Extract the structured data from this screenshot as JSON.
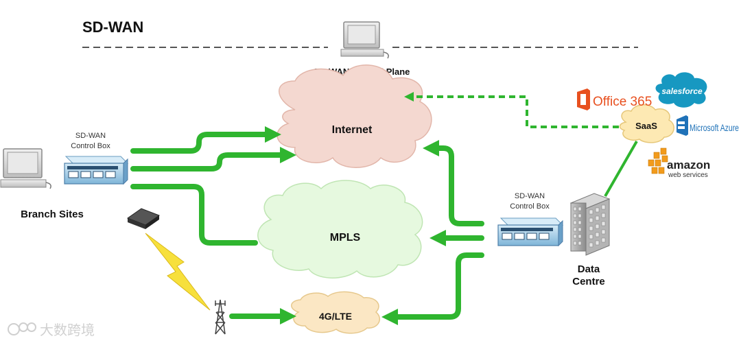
{
  "diagram": {
    "title": "SD-WAN",
    "control_plane": {
      "label": "SD-WAN Control Plane",
      "icon": "computer-icon"
    },
    "branch": {
      "label": "Branch Sites",
      "box_label_line1": "SD-WAN",
      "box_label_line2": "Control Box"
    },
    "datacentre": {
      "label_line1": "Data",
      "label_line2": "Centre",
      "box_label_line1": "SD-WAN",
      "box_label_line2": "Control Box"
    },
    "clouds": {
      "internet": "Internet",
      "mpls": "MPLS",
      "lte": "4G/LTE",
      "saas": "SaaS"
    },
    "saas_providers": {
      "office365": "Office 365",
      "salesforce": "salesforce",
      "azure": "Microsoft Azure",
      "amazon_line1": "amazon",
      "amazon_line2": "web services"
    },
    "watermark": "大数跨境",
    "colors": {
      "link": "#2fb52f",
      "internet_cloud": "#f4d8d0",
      "mpls_cloud": "#e6f9df",
      "lte_cloud": "#fbe7c4",
      "saas_cloud": "#fde9b3",
      "office_orange": "#e8501f",
      "salesforce_blue": "#1798c1",
      "azure_blue": "#1f72b8",
      "amazon_orange": "#f29b1c",
      "internet_text": "#1a2a6b"
    }
  }
}
